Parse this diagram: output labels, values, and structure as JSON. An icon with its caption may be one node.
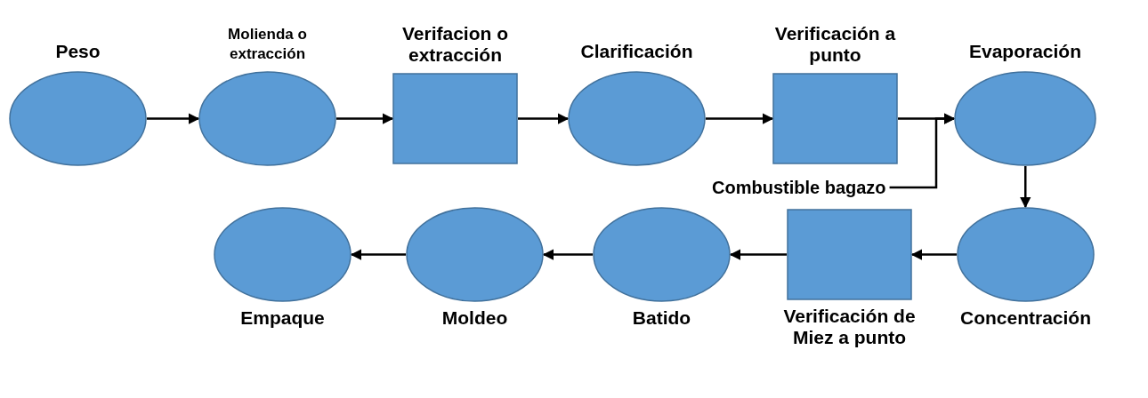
{
  "diagram": {
    "nodes": [
      {
        "text": [
          "Peso"
        ]
      },
      {
        "text": [
          "Molienda o extracción"
        ]
      },
      {
        "text": [
          "Verifacion o extracción"
        ]
      },
      {
        "text": [
          "Clarificación"
        ]
      },
      {
        "text": [
          "Verificación a punto"
        ]
      },
      {
        "text": [
          "Evaporación"
        ]
      },
      {
        "text": [
          "Concentración"
        ]
      },
      {
        "text": [
          "Verificación de Miez a punto"
        ]
      },
      {
        "text": [
          "Batido"
        ]
      },
      {
        "text": [
          "Moldeo"
        ]
      },
      {
        "text": [
          "Empaque"
        ]
      },
      {
        "text": [
          "Combustible bagazo"
        ]
      }
    ],
    "edges": [
      {
        "from": 0,
        "to": 1,
        "arrow": "to"
      },
      {
        "from": 1,
        "to": 2,
        "arrow": "to"
      },
      {
        "from": 2,
        "to": 3,
        "arrow": "to"
      },
      {
        "from": 3,
        "to": 4,
        "arrow": "to"
      },
      {
        "from": 4,
        "to": 5,
        "arrow": "to"
      },
      {
        "from": 5,
        "to": 6,
        "arrow": "to"
      },
      {
        "from": 6,
        "to": 7,
        "arrow": "to"
      },
      {
        "from": 7,
        "to": 8,
        "arrow": "to"
      },
      {
        "from": 8,
        "to": 9,
        "arrow": "to"
      },
      {
        "from": 9,
        "to": 10,
        "arrow": "to"
      },
      {
        "from": 11,
        "to": 5,
        "arrow": "to"
      }
    ]
  }
}
